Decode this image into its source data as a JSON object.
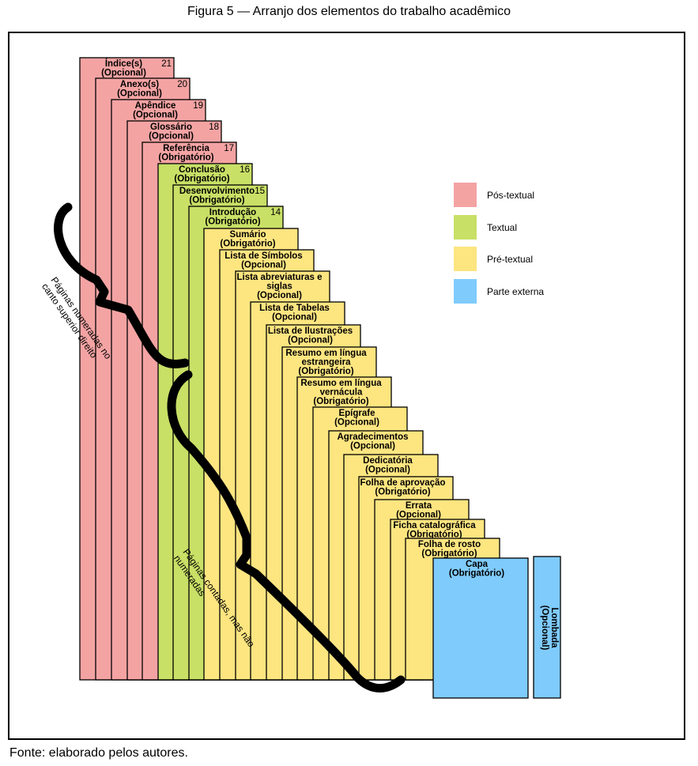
{
  "title": "Figura 5 — Arranjo dos elementos do trabalho acadêmico",
  "source": "Fonte: elaborado pelos autores.",
  "colors": {
    "pos_textual": "#f4a3a3",
    "textual": "#c8e066",
    "pre_textual": "#fde580",
    "parte_externa": "#7fcbfc"
  },
  "legend": [
    {
      "label": "Pós-textual",
      "color": "#f4a3a3"
    },
    {
      "label": "Textual",
      "color": "#c8e066"
    },
    {
      "label": "Pré-textual",
      "color": "#fde580"
    },
    {
      "label": "Parte externa",
      "color": "#7fcbfc"
    }
  ],
  "sheets": [
    {
      "lines": [
        "Índice(s)",
        "(Opcional)"
      ],
      "number": "21",
      "category": "pos_textual"
    },
    {
      "lines": [
        "Anexo(s)",
        "(Opcional)"
      ],
      "number": "20",
      "category": "pos_textual"
    },
    {
      "lines": [
        "Apêndice",
        "(Opcional)"
      ],
      "number": "19",
      "category": "pos_textual"
    },
    {
      "lines": [
        "Glossário",
        "(Opcional)"
      ],
      "number": "18",
      "category": "pos_textual"
    },
    {
      "lines": [
        "Referência",
        "(Obrigatório)"
      ],
      "number": "17",
      "category": "pos_textual"
    },
    {
      "lines": [
        "Conclusão",
        "(Obrigatório)"
      ],
      "number": "16",
      "category": "textual"
    },
    {
      "lines": [
        "Desenvolvimento",
        "(Obrigatório)"
      ],
      "number": "15",
      "category": "textual"
    },
    {
      "lines": [
        "Introdução",
        "(Obrigatório)"
      ],
      "number": "14",
      "category": "textual"
    },
    {
      "lines": [
        "Sumário",
        "(Obrigatório)"
      ],
      "number": "",
      "category": "pre_textual"
    },
    {
      "lines": [
        "Lista de Símbolos",
        "(Opcional)"
      ],
      "number": "",
      "category": "pre_textual"
    },
    {
      "lines": [
        "Lista abreviaturas e",
        "siglas",
        "(Opcional)"
      ],
      "number": "",
      "category": "pre_textual"
    },
    {
      "lines": [
        "Lista de Tabelas",
        "(Opcional)"
      ],
      "number": "",
      "category": "pre_textual"
    },
    {
      "lines": [
        "Lista de Ilustrações",
        "(Opcional)"
      ],
      "number": "",
      "category": "pre_textual"
    },
    {
      "lines": [
        "Resumo em língua",
        "estrangeira",
        "(Obrigatório)"
      ],
      "number": "",
      "category": "pre_textual"
    },
    {
      "lines": [
        "Resumo em língua",
        "vernácula",
        "(Obrigatório)"
      ],
      "number": "",
      "category": "pre_textual"
    },
    {
      "lines": [
        "Epígrafe",
        "(Opcional)"
      ],
      "number": "",
      "category": "pre_textual"
    },
    {
      "lines": [
        "Agradecimentos",
        "(Opcional)"
      ],
      "number": "",
      "category": "pre_textual"
    },
    {
      "lines": [
        "Dedicatória",
        "(Opcional)"
      ],
      "number": "",
      "category": "pre_textual"
    },
    {
      "lines": [
        "Folha de aprovação",
        "(Obrigatório)"
      ],
      "number": "",
      "category": "pre_textual"
    },
    {
      "lines": [
        "Errata",
        "(Opcional)"
      ],
      "number": "",
      "category": "pre_textual"
    },
    {
      "lines": [
        "Ficha catalográfica",
        "(Obrigatório)"
      ],
      "number": "",
      "category": "pre_textual"
    },
    {
      "lines": [
        "Folha de rosto",
        "(Obrigatório)"
      ],
      "number": "",
      "category": "pre_textual"
    }
  ],
  "cover": {
    "lines": [
      "Capa",
      "(Obrigatório)"
    ],
    "category": "parte_externa"
  },
  "spine": {
    "lines": [
      "Lombada",
      "(Opcional)"
    ],
    "category": "parte_externa"
  },
  "brace_notes": {
    "numbered": [
      "Páginas numeradas no",
      "canto superior direito"
    ],
    "counted": [
      "Páginas contadas, mas não",
      "numeradas"
    ]
  }
}
